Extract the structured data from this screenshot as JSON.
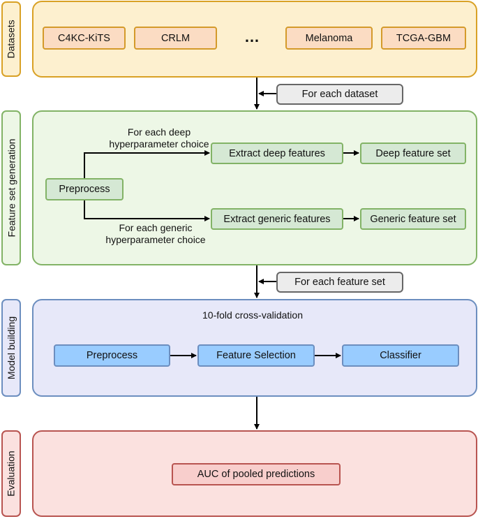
{
  "sections": {
    "datasets": "Datasets",
    "feature_set_generation": "Feature set generation",
    "model_building": "Model building",
    "evaluation": "Evaluation"
  },
  "datasets": {
    "items": [
      "C4KC-KiTS",
      "CRLM",
      "Melanoma",
      "TCGA-GBM"
    ],
    "ellipsis": "…"
  },
  "loops": {
    "for_each_dataset": "For each dataset",
    "for_each_feature_set": "For each feature set"
  },
  "feature_gen": {
    "preprocess": "Preprocess",
    "deep_choice_line1": "For each deep",
    "deep_choice_line2": "hyperparameter choice",
    "generic_choice_line1": "For each generic",
    "generic_choice_line2": "hyperparameter choice",
    "extract_deep": "Extract deep features",
    "deep_set": "Deep feature set",
    "extract_generic": "Extract generic features",
    "generic_set": "Generic feature set"
  },
  "model_building": {
    "title": "10-fold cross-validation",
    "preprocess": "Preprocess",
    "feature_selection": "Feature Selection",
    "classifier": "Classifier"
  },
  "evaluation": {
    "auc": "AUC of pooled predictions"
  },
  "colors": {
    "yellow_fill": "#fdf0cf",
    "yellow_border": "#d9a125",
    "orange_fill": "#fbdcc3",
    "orange_border": "#d49a2a",
    "green_fill": "#edf7e6",
    "green_border": "#82b366",
    "green_box_fill": "#d5e8d4",
    "blue_fill": "#e7e8f9",
    "blue_border": "#6c8ebf",
    "blue_box_fill": "#99ccff",
    "red_fill": "#fbe1df",
    "red_border": "#b85450",
    "red_box_fill": "#f8cecc",
    "gray_fill": "#ececec",
    "gray_border": "#666666"
  }
}
